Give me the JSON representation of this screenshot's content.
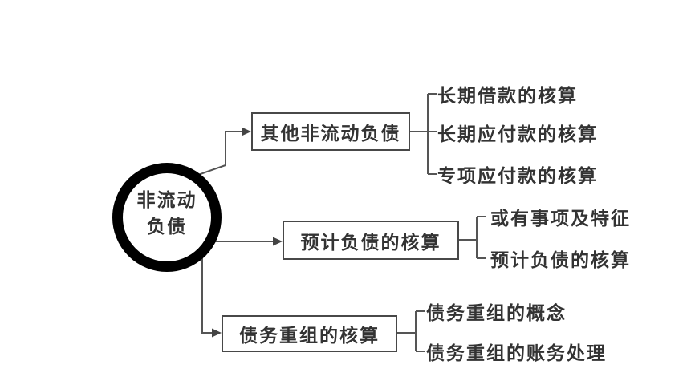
{
  "diagram": {
    "root": {
      "label": "非流动\n负债"
    },
    "branches": [
      {
        "box_label": "其他非流动负债",
        "leaves": [
          "长期借款的核算",
          "长期应付款的核算",
          "专项应付款的核算"
        ]
      },
      {
        "box_label": "预计负债的核算",
        "leaves": [
          "或有事项及特征",
          "预计负债的核算"
        ]
      },
      {
        "box_label": "债务重组的核算",
        "leaves": [
          "债务重组的概念",
          "债务重组的账务处理"
        ]
      }
    ],
    "colors": {
      "background": "#ffffff",
      "connector_line": "#555555",
      "box_border": "#484848",
      "circle_ring": "#000000",
      "text": "#333333"
    }
  }
}
